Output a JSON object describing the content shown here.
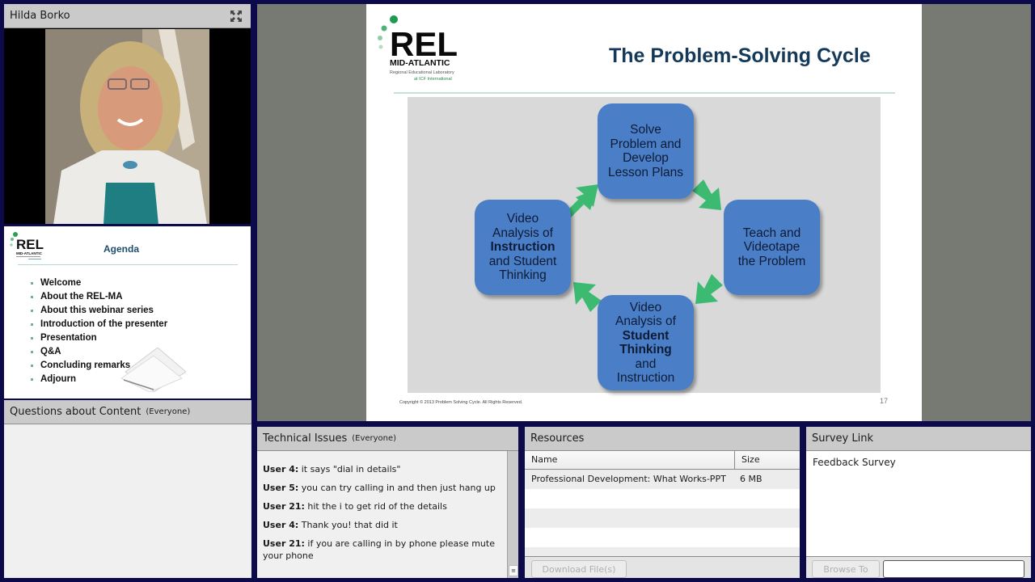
{
  "camera_pod": {
    "title": "Hilda Borko",
    "expand_icon": "fullscreen-icon"
  },
  "agenda_slide": {
    "logo_text": "REL",
    "logo_sub": "MID-ATLANTIC",
    "title": "Agenda",
    "items": [
      "Welcome",
      "About the REL-MA",
      "About this webinar series",
      "Introduction of the presenter",
      "Presentation",
      "Q&A",
      "Concluding remarks",
      "Adjourn"
    ]
  },
  "questions_pod": {
    "title": "Questions about Content",
    "audience": "(Everyone)"
  },
  "share_pod": {
    "slide": {
      "logo_text": "REL",
      "logo_sub": "MID-ATLANTIC",
      "logo_line1": "Regional Educational Laboratory",
      "logo_line2": "at ICF International",
      "title": "The Problem-Solving Cycle",
      "nodes": {
        "top": [
          "Solve",
          "Problem and",
          "Develop",
          "Lesson Plans"
        ],
        "right": [
          "Teach and",
          "Videotape",
          "the Problem"
        ],
        "bottom_pre": [
          "Video",
          "Analysis of"
        ],
        "bottom_bold": [
          "Student",
          "Thinking"
        ],
        "bottom_post": [
          "and",
          "Instruction"
        ],
        "left_pre": [
          "Video",
          "Analysis of"
        ],
        "left_bold": "Instruction",
        "left_post": [
          "and Student",
          "Thinking"
        ]
      },
      "copyright": "Copyright © 2013 Problem Solving Cycle. All Rights Reserved.",
      "page_number": "17",
      "colors": {
        "node": "#4a7fc7",
        "arrow": "#3dba72",
        "title": "#153a59"
      }
    }
  },
  "tech_pod": {
    "title": "Technical Issues",
    "audience": "(Everyone)",
    "messages": [
      {
        "user": "User 4:",
        "text": " it says \"dial in details\""
      },
      {
        "user": "User 5:",
        "text": " you can try calling in and then just hang up"
      },
      {
        "user": "User 21:",
        "text": " hit the i to get rid of the details"
      },
      {
        "user": "User 4:",
        "text": " Thank you! that did it"
      },
      {
        "user": "User 21:",
        "text": " if you are calling in by phone please mute your phone"
      }
    ]
  },
  "resources_pod": {
    "title": "Resources",
    "columns": [
      "Name",
      "Size"
    ],
    "rows": [
      {
        "name": "Professional Development: What Works-PPT",
        "size": "6 MB"
      }
    ],
    "download_button": "Download File(s)"
  },
  "survey_pod": {
    "title": "Survey Link",
    "link_text": "Feedback Survey",
    "browse_button": "Browse To",
    "url_value": ""
  }
}
